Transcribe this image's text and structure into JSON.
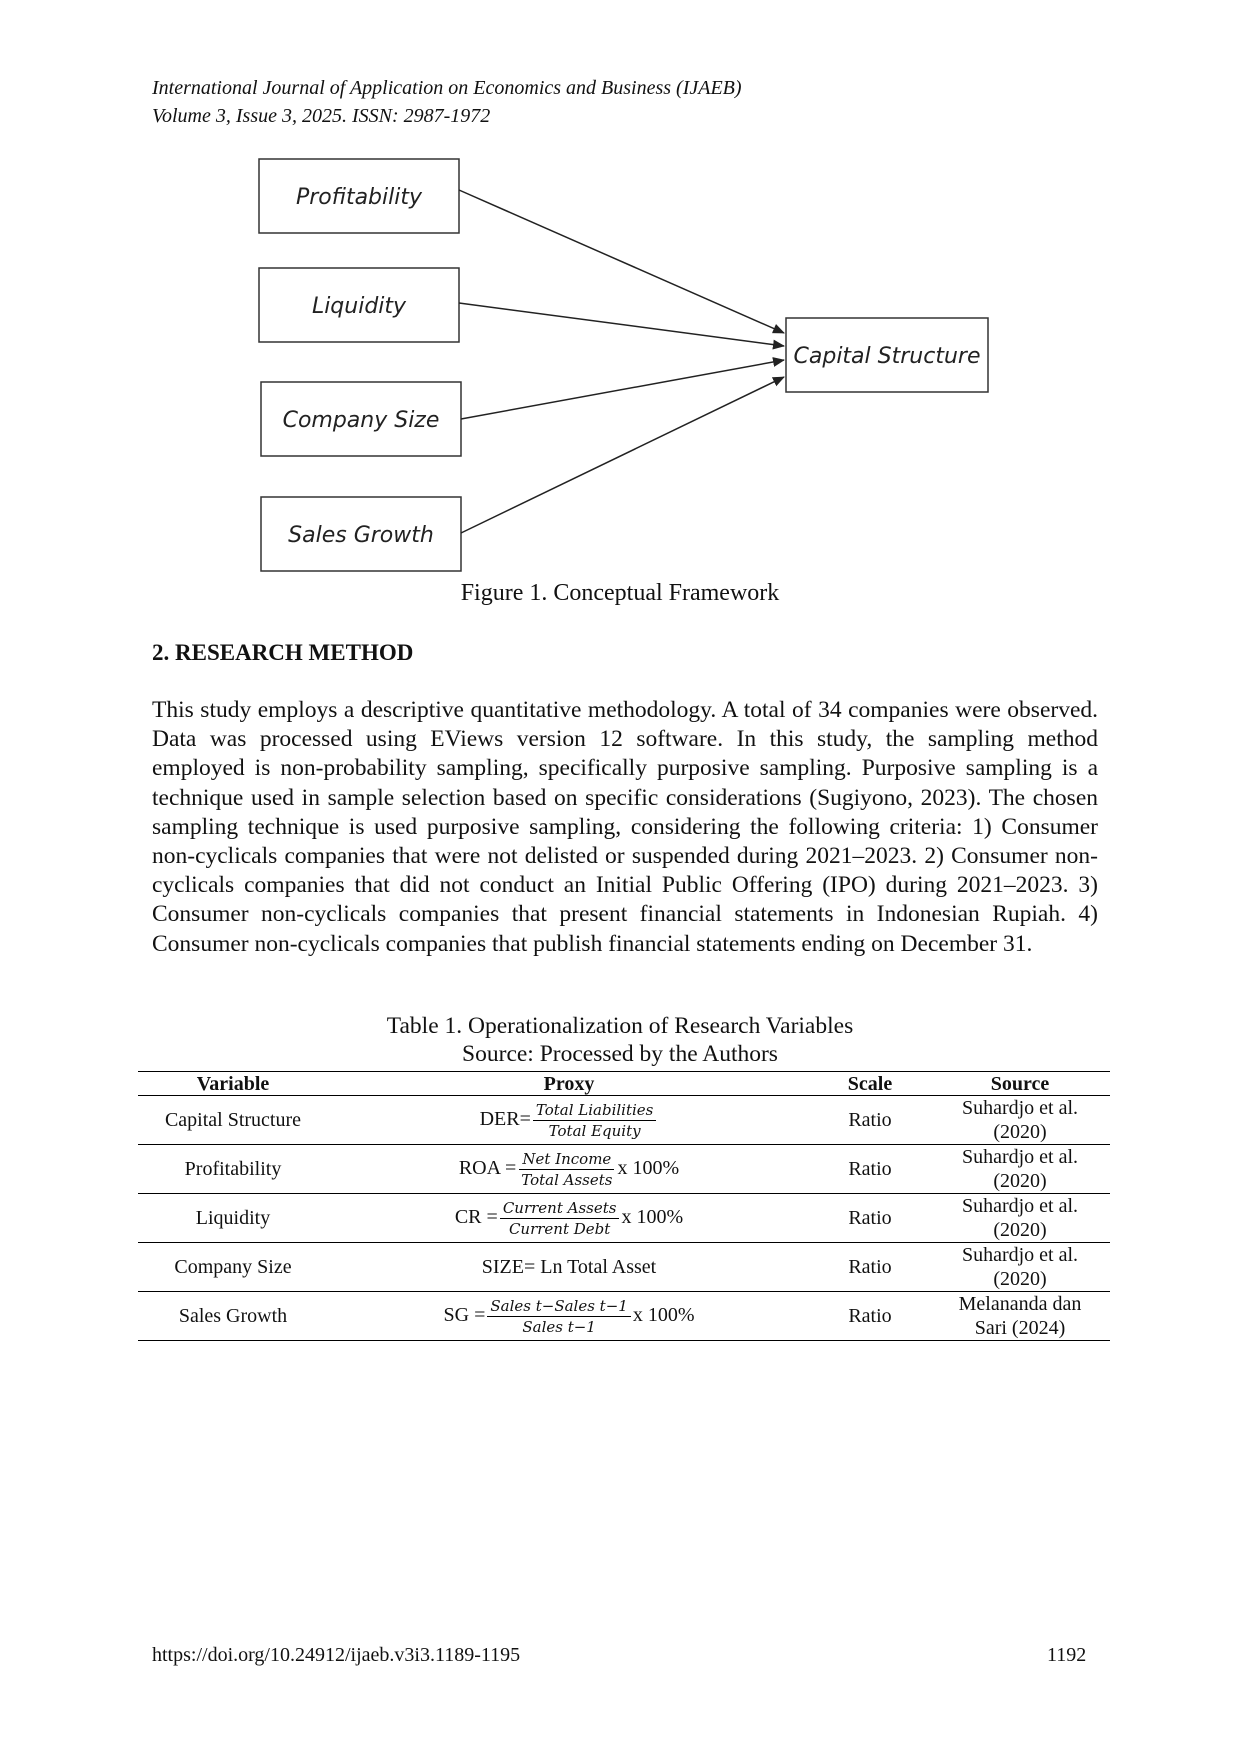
{
  "header": {
    "journal_line1": "International Journal of Application on Economics and Business (IJAEB)",
    "journal_line2": "Volume 3, Issue 3, 2025. ISSN: 2987-1972"
  },
  "figure": {
    "boxes": {
      "profitability": "Profitability",
      "liquidity": "Liquidity",
      "company_size": "Company Size",
      "sales_growth": "Sales Growth",
      "capital_structure": "Capital Structure"
    },
    "caption": "Figure 1. Conceptual Framework"
  },
  "section": {
    "title": "2. RESEARCH METHOD",
    "paragraph": "This study employs a descriptive quantitative methodology. A total of 34 companies were observed. Data was processed using EViews version 12 software. In this study, the sampling method employed is non-probability sampling, specifically purposive sampling. Purposive sampling is a technique used in sample selection based on specific considerations (Sugiyono, 2023). The chosen sampling technique is used purposive sampling, considering the following criteria: 1) Consumer non-cyclicals companies that were not delisted or suspended during 2021–2023. 2) Consumer non-cyclicals companies that did not conduct an Initial Public Offering (IPO) during 2021–2023. 3) Consumer non-cyclicals companies that present financial statements in Indonesian Rupiah. 4) Consumer non-cyclicals companies that publish financial statements ending on December 31."
  },
  "table": {
    "caption_line1": "Table 1. Operationalization of Research Variables",
    "caption_line2": "Source: Processed by the Authors",
    "headers": [
      "Variable",
      "Proxy",
      "Scale",
      "Source"
    ],
    "rows": [
      {
        "variable": "Capital Structure",
        "proxy_prefix": "DER=",
        "num": "Total Liabilities",
        "den": "Total Equity",
        "proxy_suffix": "",
        "scale": "Ratio",
        "source_line1": "Suhardjo et al.",
        "source_line2": "(2020)"
      },
      {
        "variable": "Profitability",
        "proxy_prefix": "ROA =",
        "num": "Net Income",
        "den": "Total Assets",
        "proxy_suffix": "x 100%",
        "scale": "Ratio",
        "source_line1": "Suhardjo et al.",
        "source_line2": "(2020)"
      },
      {
        "variable": "Liquidity",
        "proxy_prefix": "CR =",
        "num": "Current Assets",
        "den": "Current Debt",
        "proxy_suffix": "x 100%",
        "scale": "Ratio",
        "source_line1": "Suhardjo et al.",
        "source_line2": "(2020)"
      },
      {
        "variable": "Company Size",
        "proxy_text": "SIZE= Ln Total Asset",
        "scale": "Ratio",
        "source_line1": "Suhardjo et al.",
        "source_line2": "(2020)"
      },
      {
        "variable": "Sales Growth",
        "proxy_prefix": "SG =",
        "num": "Sales t−Sales t−1",
        "den": "Sales t−1",
        "proxy_suffix": "x 100%",
        "scale": "Ratio",
        "source_line1": "Melananda dan",
        "source_line2": "Sari (2024)"
      }
    ]
  },
  "footer": {
    "doi": "https://doi.org/10.24912/ijaeb.v3i3.1189-1195",
    "page": "1192"
  }
}
